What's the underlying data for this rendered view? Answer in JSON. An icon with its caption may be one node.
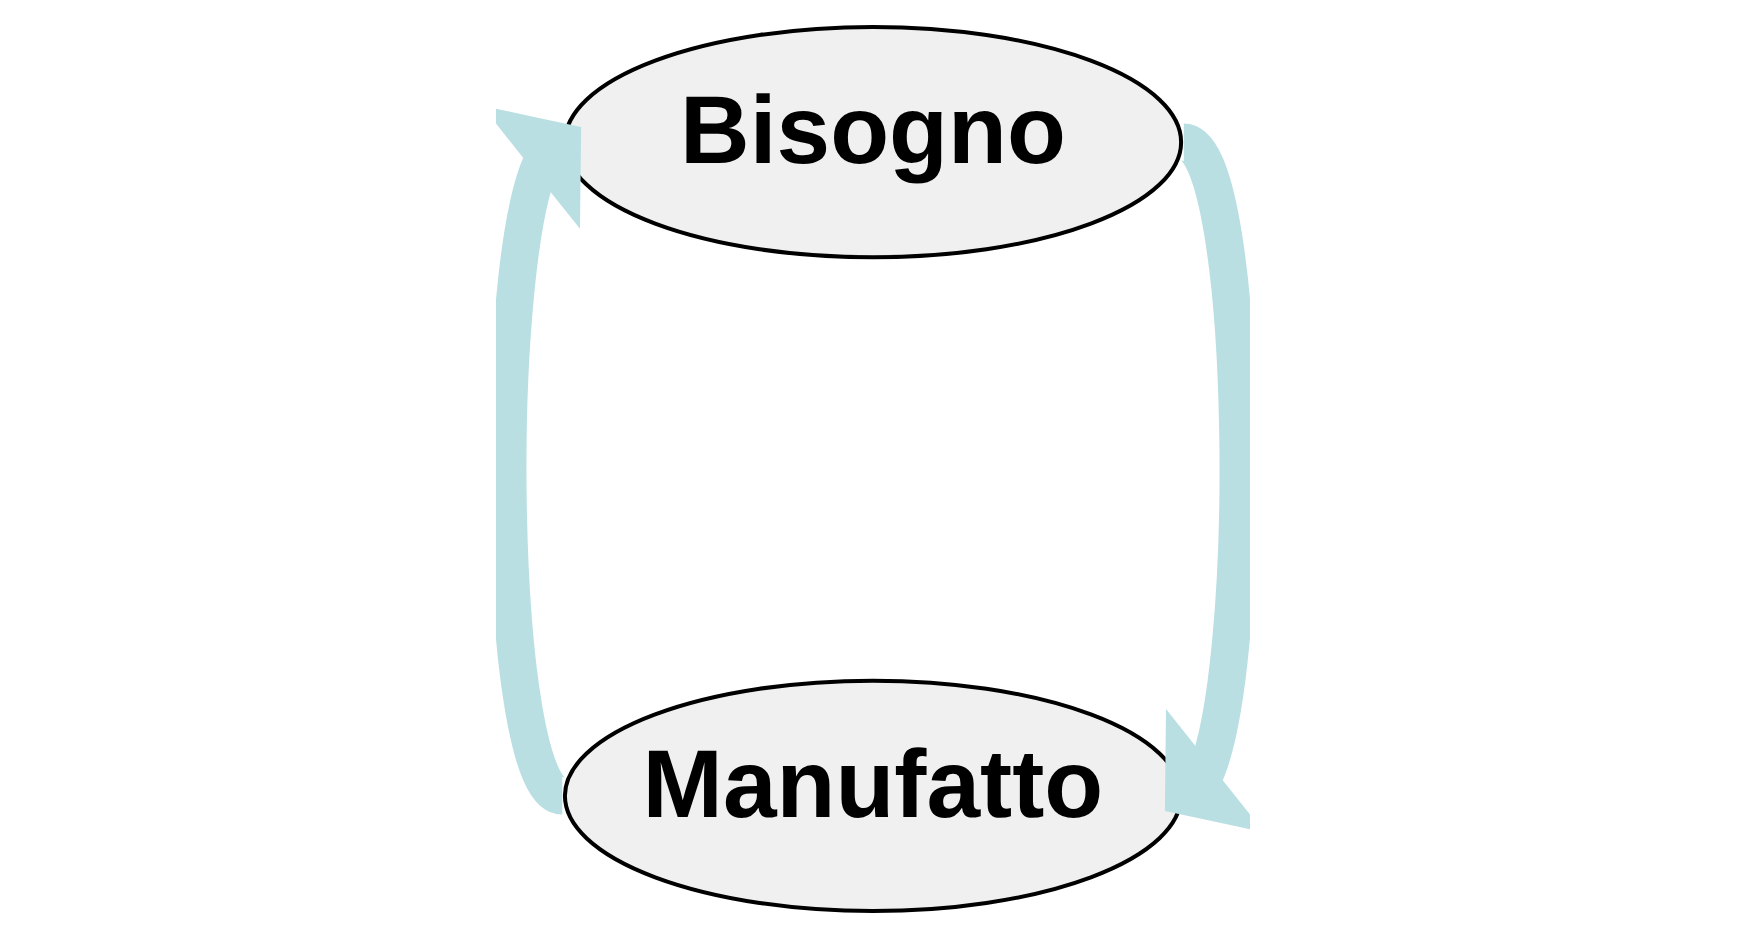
{
  "diagram": {
    "nodes": [
      {
        "text": [
          "Bisogno"
        ]
      },
      {
        "text": [
          "Manufatto"
        ]
      }
    ],
    "edges": [
      {
        "from": 0,
        "to": 1,
        "arrow": "to"
      },
      {
        "from": 1,
        "to": 0,
        "arrow": "to"
      }
    ]
  }
}
